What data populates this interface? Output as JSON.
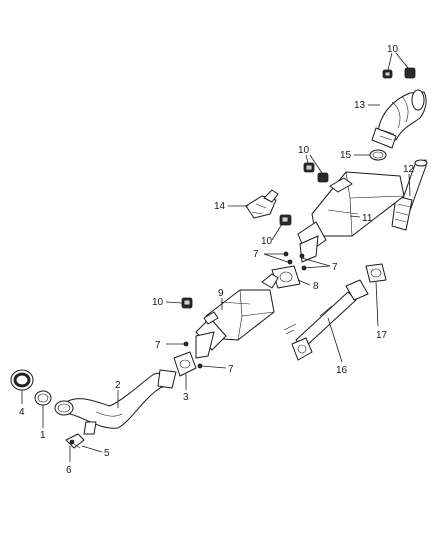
{
  "callouts": {
    "c1": "1",
    "c2": "2",
    "c3": "3",
    "c4": "4",
    "c5": "5",
    "c6": "6",
    "c7a": "7",
    "c7b": "7",
    "c7c": "7",
    "c7d": "7",
    "c8": "8",
    "c9": "9",
    "c10a": "10",
    "c10b": "10",
    "c10c": "10",
    "c10d": "10",
    "c11": "11",
    "c12": "12",
    "c13": "13",
    "c14": "14",
    "c15": "15",
    "c16": "16",
    "c17": "17"
  }
}
